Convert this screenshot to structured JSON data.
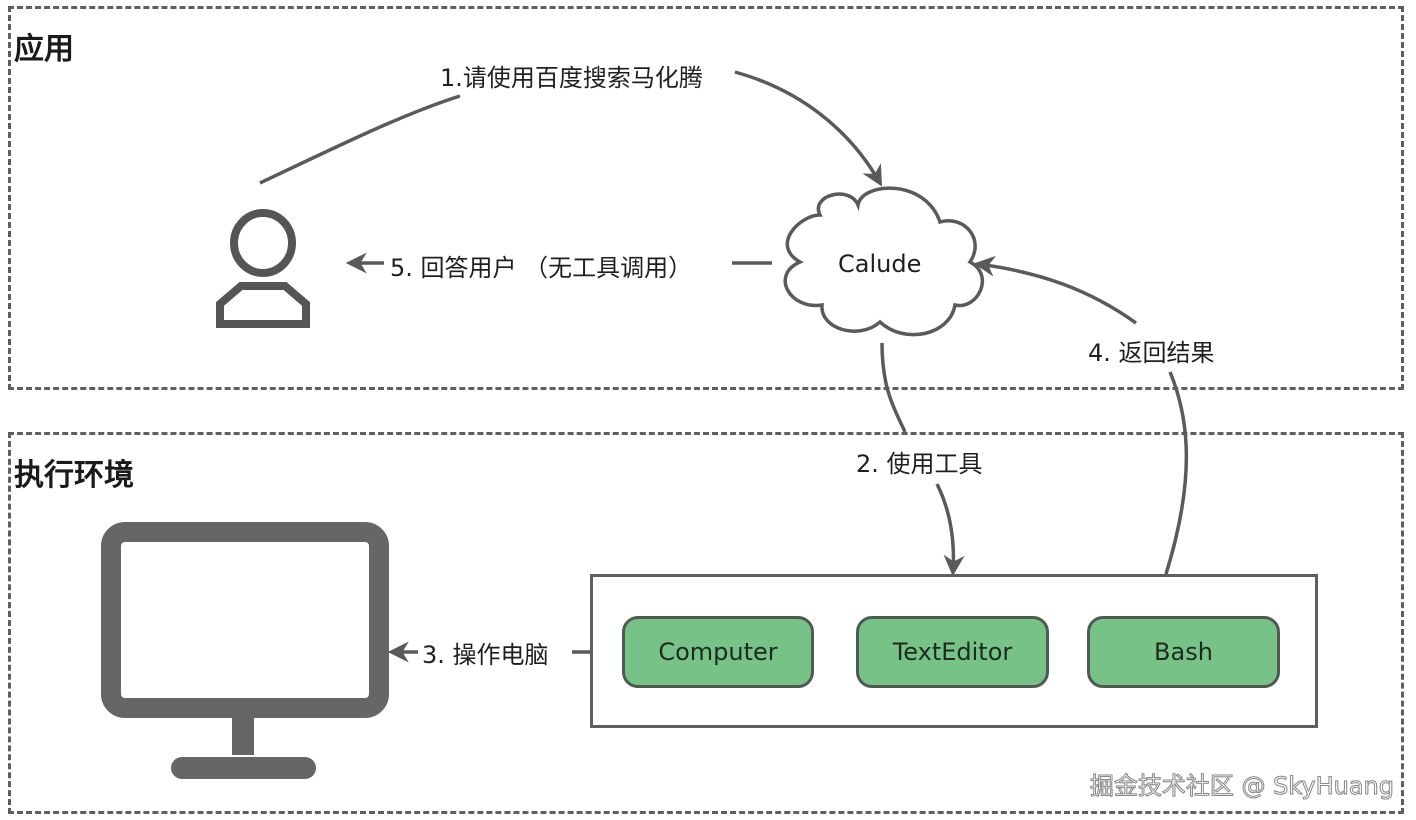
{
  "zones": {
    "app": {
      "title": "应用"
    },
    "exec": {
      "title": "执行环境"
    }
  },
  "nodes": {
    "user": {
      "icon": "user-icon"
    },
    "llm": {
      "label": "Calude",
      "icon": "cloud-icon"
    },
    "computer": {
      "icon": "monitor-icon"
    },
    "tools": [
      {
        "label": "Computer"
      },
      {
        "label": "TextEditor"
      },
      {
        "label": "Bash"
      }
    ]
  },
  "edges": [
    {
      "step": 1,
      "label": "1.请使用百度搜索马化腾",
      "from": "user",
      "to": "llm"
    },
    {
      "step": 2,
      "label": "2. 使用工具",
      "from": "llm",
      "to": "tools"
    },
    {
      "step": 3,
      "label": "3. 操作电脑",
      "from": "tools",
      "to": "computer"
    },
    {
      "step": 4,
      "label": "4. 返回结果",
      "from": "tools",
      "to": "llm"
    },
    {
      "step": 5,
      "label": "5. 回答用户 （无工具调用）",
      "from": "llm",
      "to": "user"
    }
  ],
  "colors": {
    "stroke": "#5f5f5f",
    "tool_fill": "#77c387",
    "tool_border": "#4f5a52"
  },
  "watermark": "掘金技术社区 @ SkyHuang"
}
